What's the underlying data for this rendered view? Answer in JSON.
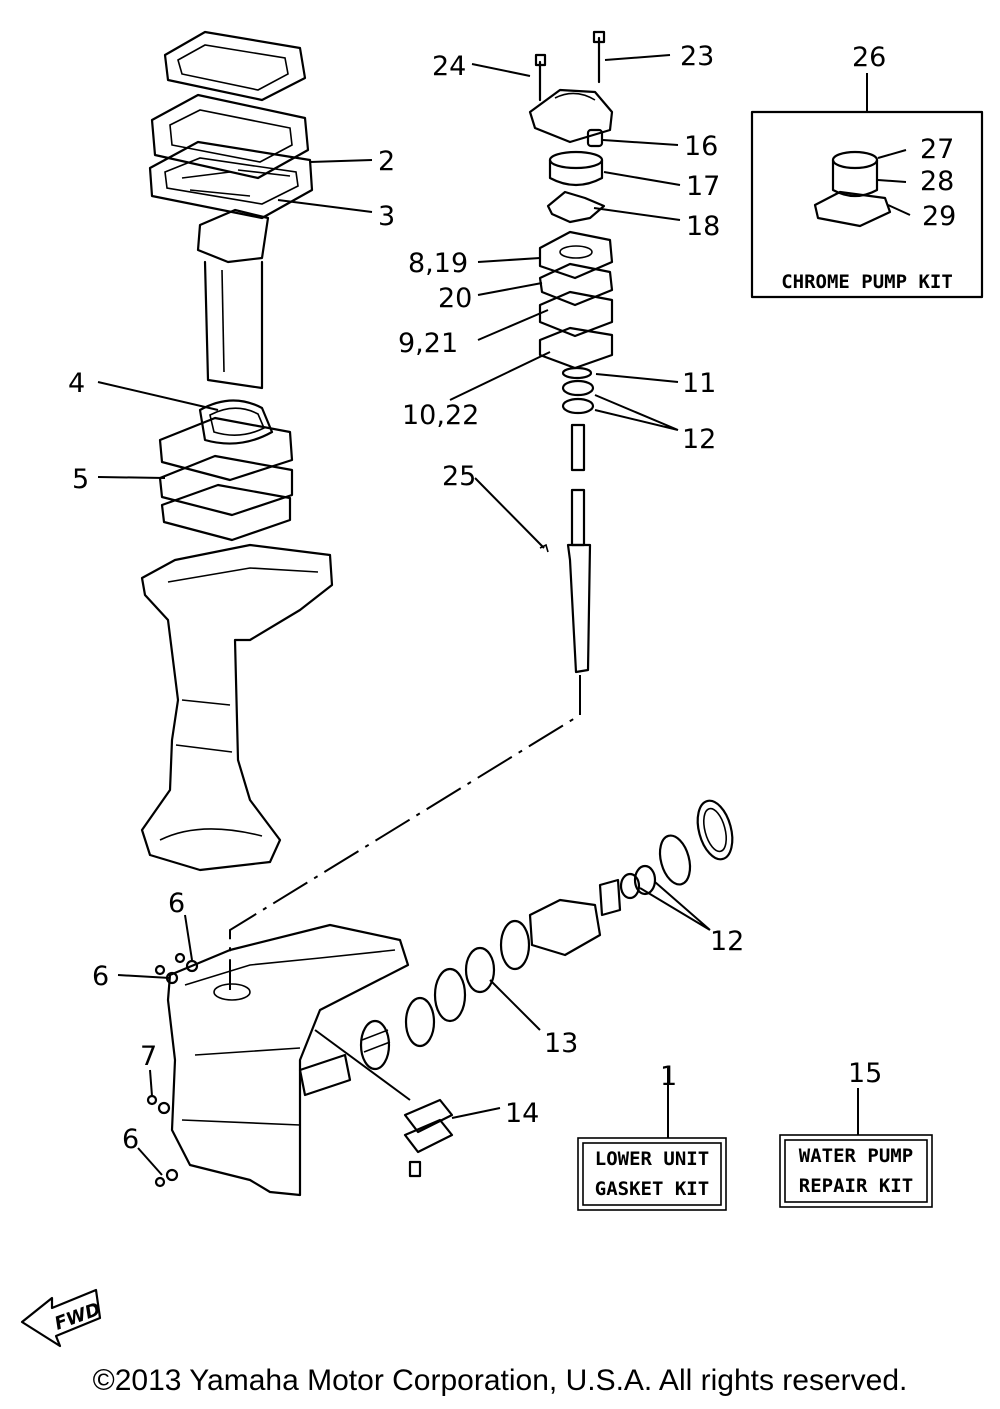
{
  "callouts": {
    "c1": "1",
    "c2": "2",
    "c3": "3",
    "c4": "4",
    "c5": "5",
    "c6a": "6",
    "c6b": "6",
    "c6c": "6",
    "c7": "7",
    "c8_19": "8,19",
    "c9_21": "9,21",
    "c10_22": "10,22",
    "c11": "11",
    "c12a": "12",
    "c12b": "12",
    "c13": "13",
    "c14": "14",
    "c15": "15",
    "c16": "16",
    "c17": "17",
    "c18": "18",
    "c20": "20",
    "c23": "23",
    "c24": "24",
    "c25": "25",
    "c26": "26",
    "c27": "27",
    "c28": "28",
    "c29": "29"
  },
  "kits": {
    "chrome_pump": "CHROME PUMP KIT",
    "lower_unit_line1": "LOWER UNIT",
    "lower_unit_line2": "GASKET KIT",
    "water_pump_line1": "WATER PUMP",
    "water_pump_line2": "REPAIR KIT"
  },
  "direction_label": "FWD",
  "copyright": "©2013 Yamaha Motor Corporation, U.S.A. All rights reserved."
}
